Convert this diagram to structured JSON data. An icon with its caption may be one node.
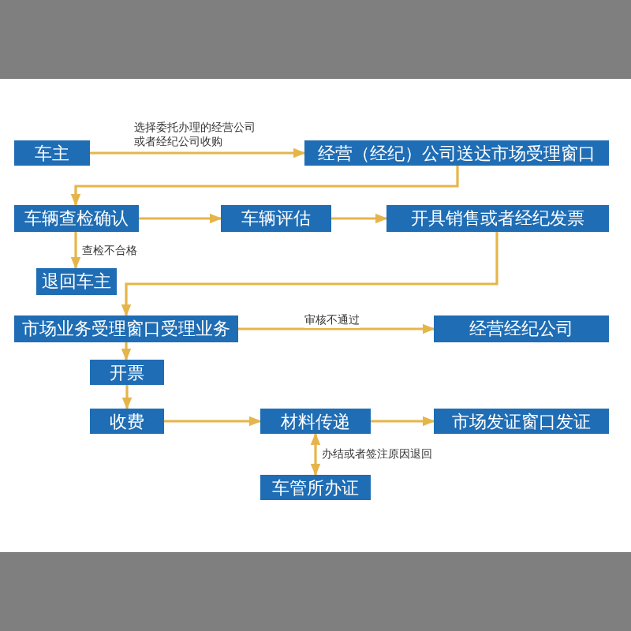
{
  "diagram": {
    "nodes": [
      {
        "text": [
          "车主"
        ]
      },
      {
        "text": [
          "经营（经纪）公司送达市场受理窗口"
        ]
      },
      {
        "text": [
          "车辆查检确认"
        ]
      },
      {
        "text": [
          "车辆评估"
        ]
      },
      {
        "text": [
          "开具销售或者经纪发票"
        ]
      },
      {
        "text": [
          "退回车主"
        ]
      },
      {
        "text": [
          "市场业务受理窗口受理业务"
        ]
      },
      {
        "text": [
          "经营经纪公司"
        ]
      },
      {
        "text": [
          "开票"
        ]
      },
      {
        "text": [
          "收费"
        ]
      },
      {
        "text": [
          "材料传递"
        ]
      },
      {
        "text": [
          "市场发证窗口发证"
        ]
      },
      {
        "text": [
          "车管所办证"
        ]
      }
    ],
    "edges": [
      {
        "from": 0,
        "to": 1,
        "arrow": "to",
        "label": "选择委托办理的经营公司或者经纪公司收购"
      },
      {
        "from": 1,
        "to": 2,
        "arrow": "to"
      },
      {
        "from": 2,
        "to": 3,
        "arrow": "to"
      },
      {
        "from": 3,
        "to": 4,
        "arrow": "to"
      },
      {
        "from": 2,
        "to": 5,
        "arrow": "to",
        "label": "查检不合格"
      },
      {
        "from": 4,
        "to": 6,
        "arrow": "to"
      },
      {
        "from": 6,
        "to": 7,
        "arrow": "to",
        "label": "审核不通过"
      },
      {
        "from": 6,
        "to": 8,
        "arrow": "to"
      },
      {
        "from": 8,
        "to": 9,
        "arrow": "to"
      },
      {
        "from": 9,
        "to": 10,
        "arrow": "to"
      },
      {
        "from": 10,
        "to": 11,
        "arrow": "to"
      },
      {
        "from": 12,
        "to": 10,
        "arrow": "both",
        "label": "办结或者签注原因退回"
      }
    ]
  }
}
